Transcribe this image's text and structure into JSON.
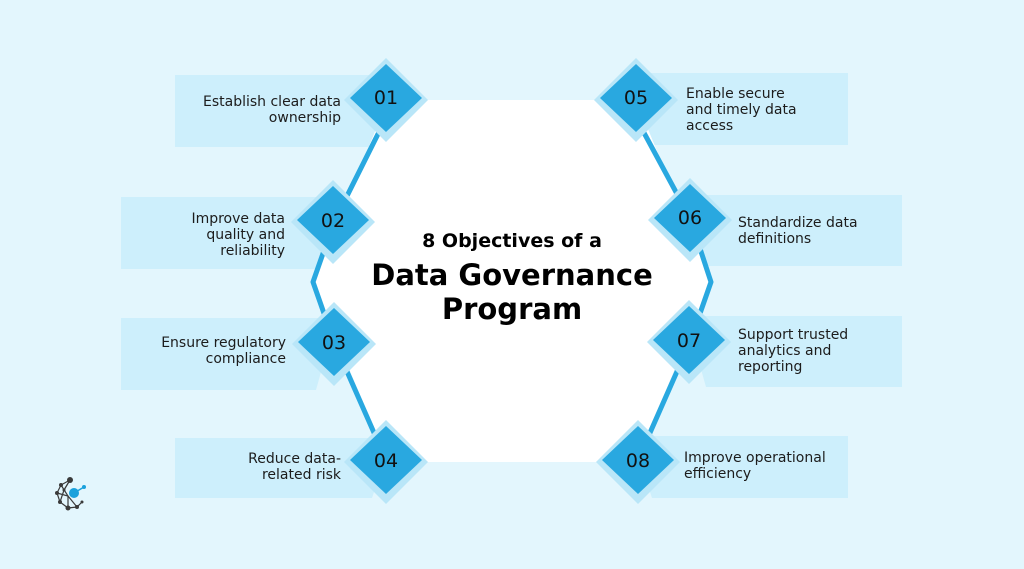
{
  "title": {
    "subtitle": "8 Objectives of a",
    "line1": "Data Governance",
    "line2": "Program"
  },
  "colors": {
    "background": "#e3f6fd",
    "card": "#cdeffc",
    "diamond": "#29a8e0",
    "diamond_halo": "#b9e6f8",
    "connector": "#29a8e0",
    "hexagon": "#ffffff"
  },
  "objectives": [
    {
      "number": "01",
      "lines": [
        "Establish clear data",
        "ownership"
      ],
      "side": "left"
    },
    {
      "number": "02",
      "lines": [
        "Improve data",
        "quality and",
        "reliability"
      ],
      "side": "left"
    },
    {
      "number": "03",
      "lines": [
        "Ensure regulatory",
        "compliance"
      ],
      "side": "left"
    },
    {
      "number": "04",
      "lines": [
        "Reduce data-",
        "related risk"
      ],
      "side": "left"
    },
    {
      "number": "05",
      "lines": [
        "Enable secure",
        "and timely data",
        "access"
      ],
      "side": "right"
    },
    {
      "number": "06",
      "lines": [
        "Standardize data",
        "definitions"
      ],
      "side": "right"
    },
    {
      "number": "07",
      "lines": [
        "Support trusted",
        "analytics and",
        "reporting"
      ],
      "side": "right"
    },
    {
      "number": "08",
      "lines": [
        "Improve operational",
        "efficiency"
      ],
      "side": "right"
    }
  ],
  "logo": {
    "icon": "network-nodes-logo-icon"
  }
}
